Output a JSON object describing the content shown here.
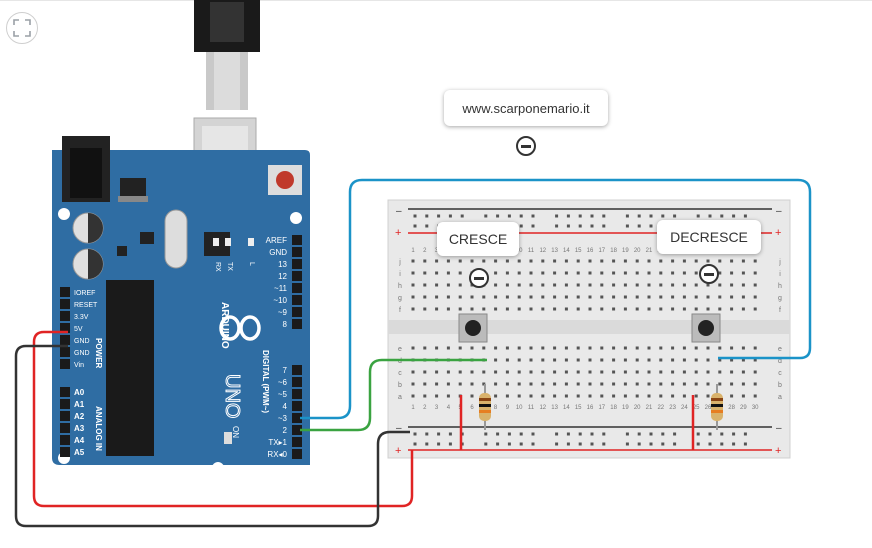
{
  "annotations": {
    "url_note": "www.scarponemario.it",
    "cresce_note": "CRESCE",
    "decresce_note": "DECRESCE"
  },
  "arduino": {
    "brand": "ARDUINO",
    "model": "UNO",
    "power_header": "POWER",
    "analog_header": "ANALOG IN",
    "digital_header": "DIGITAL (PWM~)",
    "on_label": "ON",
    "tx_label": "TX",
    "rx_label": "RX",
    "l_label": "L",
    "power_pins": [
      "IOREF",
      "RESET",
      "3.3V",
      "5V",
      "GND",
      "GND",
      "Vin"
    ],
    "analog_pins": [
      "A0",
      "A1",
      "A2",
      "A3",
      "A4",
      "A5"
    ],
    "digital_pins_top": [
      "AREF",
      "GND",
      "13",
      "12",
      "~11",
      "~10",
      "~9",
      "8"
    ],
    "digital_pins_bottom": [
      "7",
      "~6",
      "~5",
      "4",
      "~3",
      "2",
      "TX▸1",
      "RX◂0"
    ]
  },
  "breadboard": {
    "rows_top": [
      "j",
      "i",
      "h",
      "g",
      "f"
    ],
    "rows_bottom": [
      "e",
      "d",
      "c",
      "b",
      "a"
    ],
    "columns": [
      "1",
      "2",
      "3",
      "4",
      "5",
      "6",
      "7",
      "8",
      "9",
      "10",
      "11",
      "12",
      "13",
      "14",
      "15",
      "16",
      "17",
      "18",
      "19",
      "20",
      "21",
      "22",
      "23",
      "24",
      "25",
      "26",
      "27",
      "28",
      "29",
      "30"
    ],
    "rail_plus": "+",
    "rail_minus": "–"
  },
  "colors": {
    "board": "#2f6da3",
    "breadboard": "#e9e9e9",
    "wire_blue": "#1b93c8",
    "wire_green": "#3aa341",
    "wire_red": "#e02424",
    "wire_black": "#333333"
  }
}
